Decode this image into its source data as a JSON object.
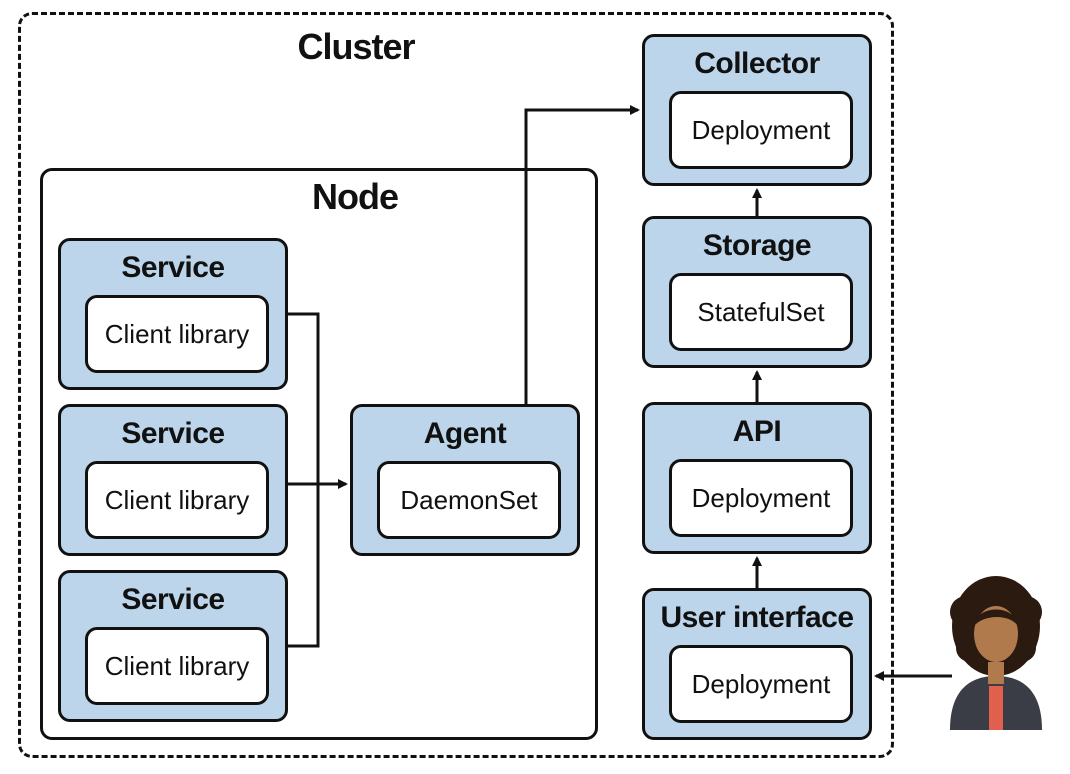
{
  "cluster": {
    "title": "Cluster"
  },
  "node": {
    "title": "Node",
    "services": [
      {
        "title": "Service",
        "component": "Client library"
      },
      {
        "title": "Service",
        "component": "Client library"
      },
      {
        "title": "Service",
        "component": "Client library"
      }
    ],
    "agent": {
      "title": "Agent",
      "component": "DaemonSet"
    }
  },
  "backend": {
    "collector": {
      "title": "Collector",
      "component": "Deployment"
    },
    "storage": {
      "title": "Storage",
      "component": "StatefulSet"
    },
    "api": {
      "title": "API",
      "component": "Deployment"
    },
    "ui": {
      "title": "User interface",
      "component": "Deployment"
    }
  },
  "colors": {
    "box_fill": "#bcd5ea",
    "outline": "#111111"
  },
  "icons": {
    "user": "user-avatar-icon"
  }
}
